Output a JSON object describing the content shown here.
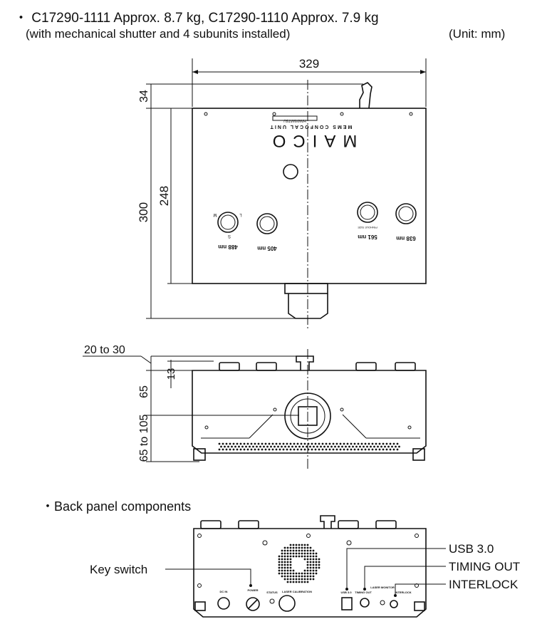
{
  "header": {
    "models_weight": "・ C17290-1111 Approx. 8.7 kg, C17290-1110 Approx. 7.9 kg",
    "note": "(with mechanical shutter and 4 subunits installed)",
    "unit": "(Unit: mm)"
  },
  "top_view": {
    "width_dim": "329",
    "key_height_dim": "34",
    "body_depth_dim": "248",
    "total_depth_dim": "300",
    "brand": "HAMAMATSU",
    "product": "MAICO",
    "subtitle": "MEMS CONFOCAL UNIT",
    "pinhole_label": "PINHOLE SIZE",
    "wavelengths": [
      "488 nm",
      "405 nm",
      "561 nm",
      "638 nm"
    ],
    "sizes": [
      "S",
      "M",
      "L"
    ]
  },
  "front_view": {
    "knob_dim": "20 to 30",
    "top_dim": "13",
    "center_dim": "65",
    "bottom_dim": "65 to 105"
  },
  "back_panel": {
    "title": "・Back panel components",
    "callouts": {
      "key_switch": "Key switch",
      "usb": "USB 3.0",
      "timing": "TIMING OUT",
      "interlock": "INTERLOCK"
    },
    "panel_labels": [
      "DC IN",
      "POWER",
      "STATUS",
      "LASER CALIBRATION",
      "USB 3.0",
      "TIMING OUT",
      "LASER MONITOR",
      "INTERLOCK"
    ]
  }
}
